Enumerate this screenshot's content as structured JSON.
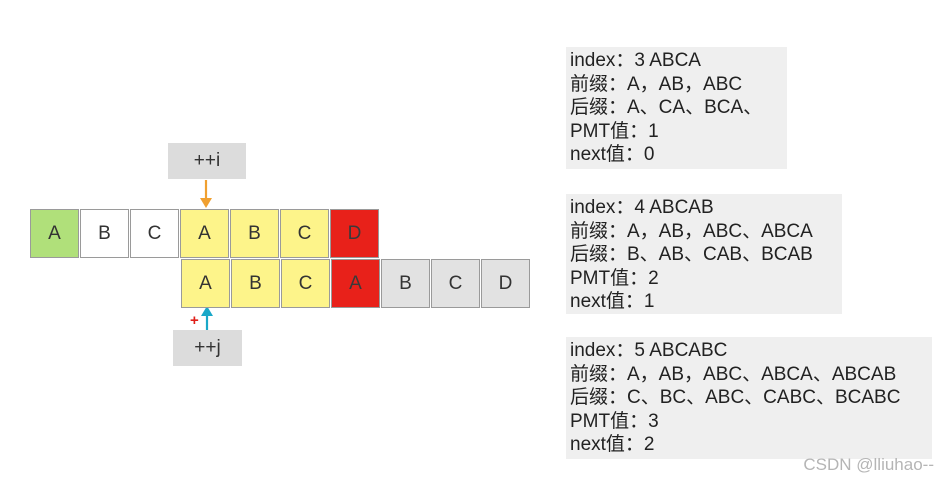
{
  "pointers": {
    "i_label": "++i",
    "j_label": "++j",
    "plus_sign": "+"
  },
  "main_string": [
    "A",
    "B",
    "C",
    "A",
    "B",
    "C",
    "D"
  ],
  "pattern_string": [
    "A",
    "B",
    "C",
    "A",
    "B",
    "C",
    "D"
  ],
  "colors": {
    "green": "#b0e07a",
    "yellow": "#fdf48a",
    "red": "#e8211a",
    "gray": "#e2e2e2",
    "orange_arrow": "#f0a030",
    "cyan_arrow": "#1aa8c8"
  },
  "info_boxes": [
    {
      "lines": [
        "index：3  ABCA",
        "前缀：A，AB，ABC",
        "后缀：A、CA、BCA、",
        "PMT值：1",
        "next值：0"
      ]
    },
    {
      "lines": [
        "index：4  ABCAB",
        "前缀：A，AB，ABC、ABCA",
        "后缀：B、AB、CAB、BCAB",
        "PMT值：2",
        "next值：1"
      ]
    },
    {
      "lines": [
        "index：5  ABCABC",
        "前缀：A，AB，ABC、ABCA、ABCAB",
        "后缀：C、BC、ABC、CABC、BCABC",
        "PMT值：3",
        "next值：2"
      ]
    }
  ],
  "watermark": "CSDN @lliuhao--"
}
